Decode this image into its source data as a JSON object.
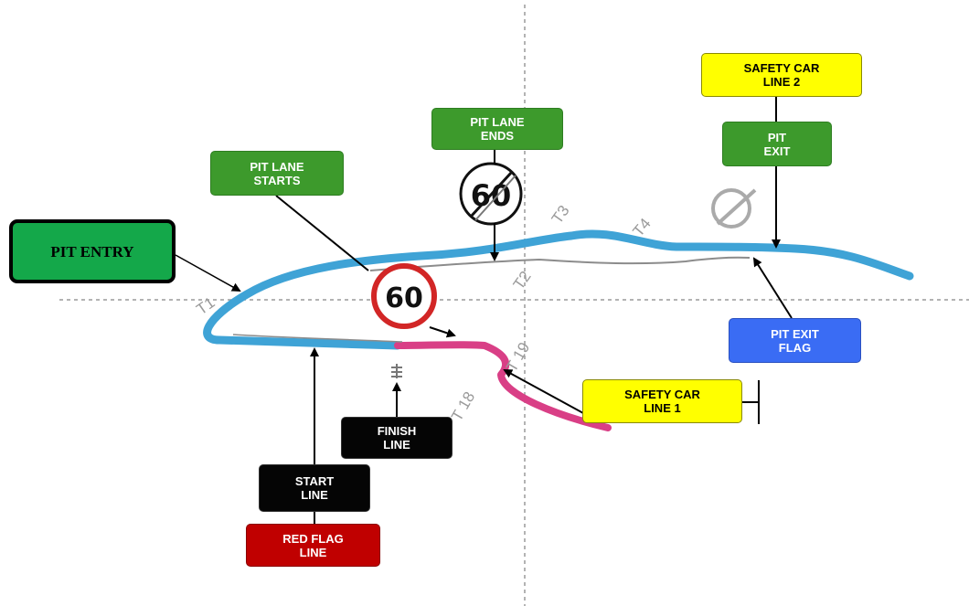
{
  "labels": {
    "pit_entry": "PIT ENTRY",
    "pit_lane_starts": "PIT LANE\nSTARTS",
    "pit_lane_ends": "PIT LANE\nENDS",
    "safety_car_line_2": "SAFETY CAR\nLINE 2",
    "pit_exit": "PIT\nEXIT",
    "pit_exit_flag": "PIT EXIT\nFLAG",
    "safety_car_line_1": "SAFETY CAR\nLINE 1",
    "finish_line": "FINISH\nLINE",
    "start_line": "START\nLINE",
    "red_flag_line": "RED FLAG\nLINE"
  },
  "signs": {
    "speed_limit": "60",
    "end_speed_limit": "60"
  },
  "turns": {
    "t1": "T1",
    "t2": "T2",
    "t3": "T3",
    "t4": "T4",
    "t18": "T 18",
    "t19": "T 19"
  },
  "colors": {
    "track": "#3fa3d6",
    "sector_highlight": "#d93f86",
    "pit_lane": "#8c8c8c"
  }
}
